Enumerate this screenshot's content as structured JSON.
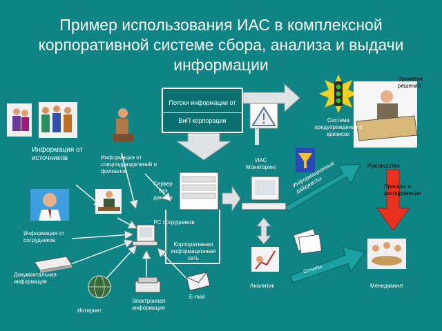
{
  "title": "Пример использования ИАС в комплексной корпоративной системе сбора, анализа и выдачи информации",
  "labels": {
    "info_sources": "Информация от  источников",
    "info_divisions": "Информация от спецподразделений и филиалов",
    "info_employees": "Информация от сотрудников",
    "documentary": "Документальная информация",
    "internet": "Интернет",
    "electronic": "Электронная информация",
    "email": "E-mail",
    "server": "Сервер баз данных",
    "pc_employees": "PC сотрудников",
    "corporate_net": "Корпоративная информационная сеть",
    "flows_line1": "Потоки информации от",
    "flows_line2": "ВиП корпорации",
    "ias_monitoring": "ИАС Мониторинг",
    "warning_system": "Система предупреждения о кризисах",
    "decision": "Принятие решений",
    "management_top": "Руководство",
    "info_digests": "Информационные дайджесты",
    "orders": "Приказы и распоряжения",
    "analyst": "Аналитик",
    "reports": "Отчеты",
    "management": "Менеджмент"
  },
  "colors": {
    "background": "#0e8484",
    "arrow_fill": "#dfe3e3",
    "arrow_stroke": "#8a9898",
    "red_arrow": "#e8321e",
    "flow_arrow": "#1aa0a0"
  }
}
